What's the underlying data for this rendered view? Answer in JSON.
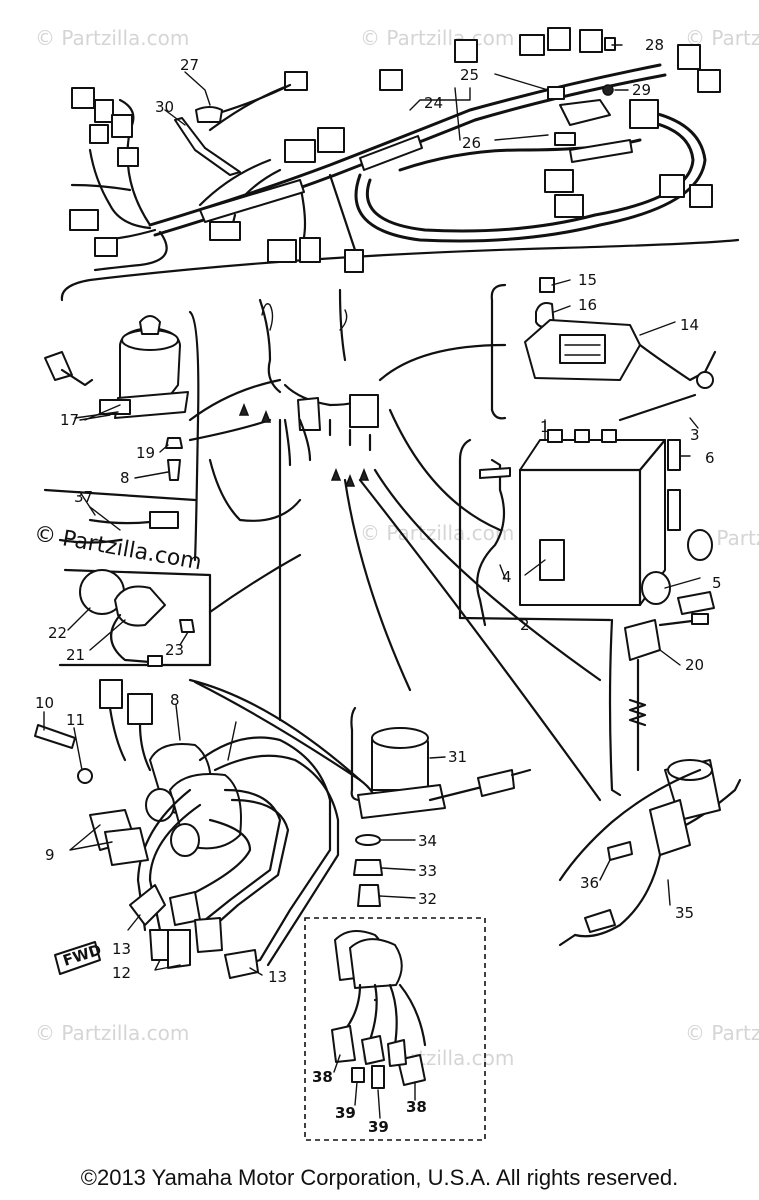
{
  "watermark": "© Partzilla.com",
  "copyright": "©2013 Yamaha Motor Corporation, U.S.A. All rights reserved.",
  "fwd_label": "FWD",
  "callouts": [
    {
      "id": "c1",
      "text": "1"
    },
    {
      "id": "c2",
      "text": "2"
    },
    {
      "id": "c3",
      "text": "3"
    },
    {
      "id": "c4",
      "text": "4"
    },
    {
      "id": "c5",
      "text": "5"
    },
    {
      "id": "c6",
      "text": "6"
    },
    {
      "id": "c8a",
      "text": "8"
    },
    {
      "id": "c8b",
      "text": "8"
    },
    {
      "id": "c9",
      "text": "9"
    },
    {
      "id": "c10",
      "text": "10"
    },
    {
      "id": "c11",
      "text": "11"
    },
    {
      "id": "c12",
      "text": "12"
    },
    {
      "id": "c13a",
      "text": "13"
    },
    {
      "id": "c13b",
      "text": "13"
    },
    {
      "id": "c14",
      "text": "14"
    },
    {
      "id": "c15",
      "text": "15"
    },
    {
      "id": "c16",
      "text": "16"
    },
    {
      "id": "c17",
      "text": "17"
    },
    {
      "id": "c19",
      "text": "19"
    },
    {
      "id": "c20",
      "text": "20"
    },
    {
      "id": "c21",
      "text": "21"
    },
    {
      "id": "c22",
      "text": "22"
    },
    {
      "id": "c23",
      "text": "23"
    },
    {
      "id": "c24",
      "text": "24"
    },
    {
      "id": "c25",
      "text": "25"
    },
    {
      "id": "c26",
      "text": "26"
    },
    {
      "id": "c27",
      "text": "27"
    },
    {
      "id": "c28",
      "text": "28"
    },
    {
      "id": "c29",
      "text": "29"
    },
    {
      "id": "c30",
      "text": "30"
    },
    {
      "id": "c31",
      "text": "31"
    },
    {
      "id": "c32",
      "text": "32"
    },
    {
      "id": "c33",
      "text": "33"
    },
    {
      "id": "c34",
      "text": "34"
    },
    {
      "id": "c35",
      "text": "35"
    },
    {
      "id": "c36",
      "text": "36"
    },
    {
      "id": "c37",
      "text": "37"
    },
    {
      "id": "c38a",
      "text": "38"
    },
    {
      "id": "c38b",
      "text": "38"
    },
    {
      "id": "c39a",
      "text": "39"
    },
    {
      "id": "c39b",
      "text": "39"
    }
  ]
}
